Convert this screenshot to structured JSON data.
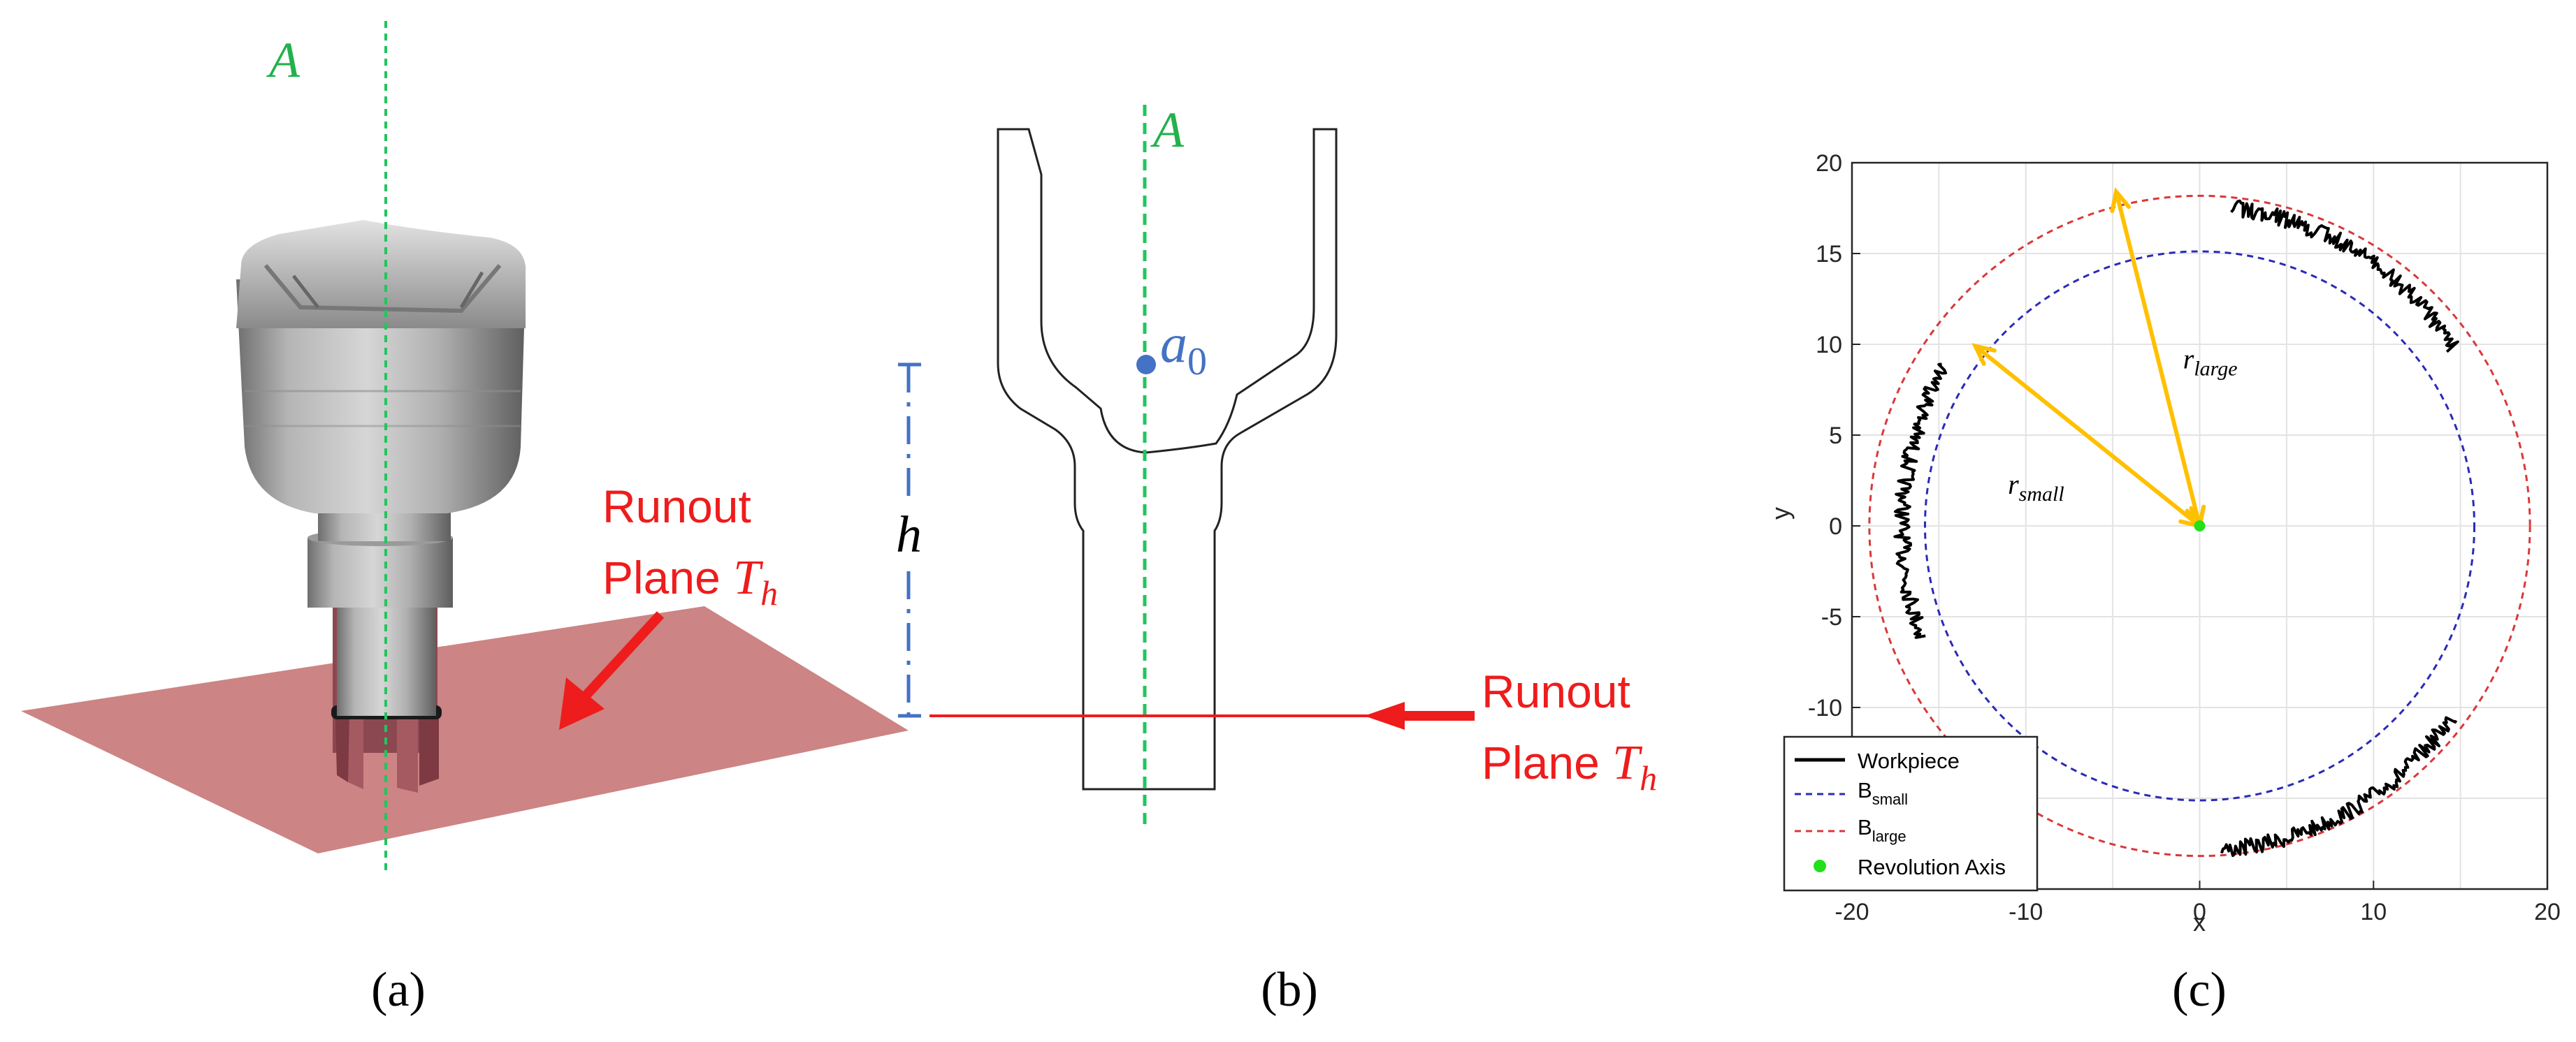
{
  "panel_a": {
    "axis_label": "A",
    "plane_label_line1": "Runout",
    "plane_label_line2_text": "Plane ",
    "plane_symbol": "T",
    "plane_subscript": "h",
    "caption": "(a)"
  },
  "panel_b": {
    "axis_label": "A",
    "point_symbol": "a",
    "point_subscript": "0",
    "height_label": "h",
    "plane_label_line1": "Runout",
    "plane_label_line2_text": "Plane ",
    "plane_symbol": "T",
    "plane_subscript": "h",
    "caption": "(b)"
  },
  "panel_c": {
    "caption": "(c)",
    "xlabel": "x",
    "ylabel": "y",
    "r_large_main": "r",
    "r_large_sub": "large",
    "r_small_main": "r",
    "r_small_sub": "small",
    "legend": {
      "workpiece": "Workpiece",
      "b_small_main": "B",
      "b_small_sub": "small",
      "b_large_main": "B",
      "b_large_sub": "large",
      "revolution_axis": "Revolution Axis"
    }
  },
  "colors": {
    "axis_green": "#22c55e",
    "red": "#ee1c1c",
    "blue": "#4472c4",
    "orange": "#ffc000",
    "plane_fill": "#c87a7a",
    "circle_blue": "#2a2ab8",
    "circle_red": "#d9383a"
  },
  "chart_data": {
    "type": "scatter",
    "title": "",
    "xlabel": "x",
    "ylabel": "y",
    "xlim": [
      -20,
      20
    ],
    "ylim": [
      -20,
      20
    ],
    "xticks": [
      -20,
      -10,
      0,
      10,
      20
    ],
    "yticks": [
      -10,
      -5,
      0,
      5,
      10,
      15,
      20
    ],
    "grid": true,
    "legend_position": "bottom-left",
    "series": [
      {
        "name": "Workpiece",
        "type": "line",
        "color": "#000000",
        "segments": [
          {
            "angle_start_deg": 34,
            "angle_end_deg": 84,
            "radius_mean": 17.6,
            "radius_noise": 0.45
          },
          {
            "angle_start_deg": 149,
            "angle_end_deg": 201,
            "radius_mean": 17.1,
            "radius_noise": 0.45
          },
          {
            "angle_start_deg": 274,
            "angle_end_deg": 324,
            "radius_mean": 17.9,
            "radius_noise": 0.45
          }
        ]
      },
      {
        "name": "B_small",
        "type": "circle",
        "center": [
          0,
          0
        ],
        "radius": 15.8,
        "color": "#2a2ab8",
        "style": "dashed"
      },
      {
        "name": "B_large",
        "type": "circle",
        "center": [
          0,
          0
        ],
        "radius": 19.0,
        "color": "#d9383a",
        "style": "dashed"
      },
      {
        "name": "Revolution Axis",
        "type": "point",
        "x": 0,
        "y": 0,
        "color": "#22e01a"
      }
    ],
    "annotations": [
      {
        "label": "r_large",
        "from": [
          0,
          0
        ],
        "to": [
          -4.8,
          18.4
        ],
        "color": "#ffc000"
      },
      {
        "label": "r_small",
        "from": [
          0,
          0
        ],
        "to": [
          -12.9,
          9.9
        ],
        "color": "#ffc000"
      }
    ]
  }
}
